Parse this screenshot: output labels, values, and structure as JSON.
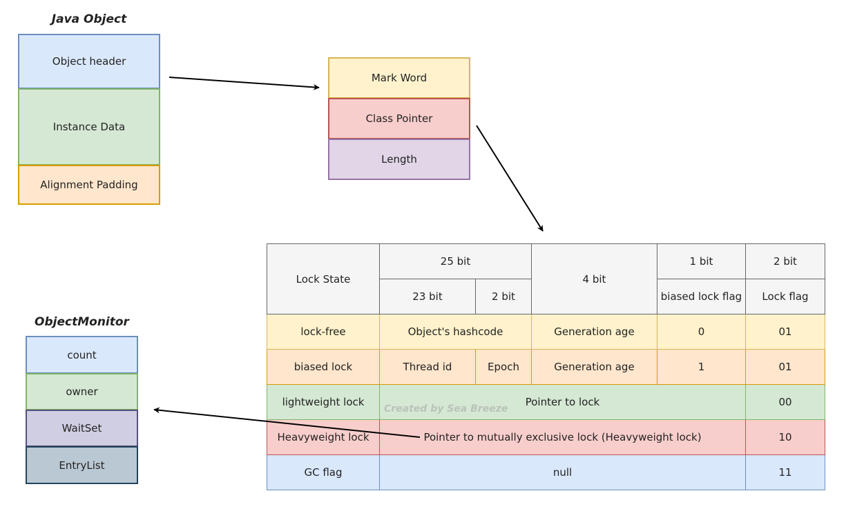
{
  "java_object": {
    "title": "Java Object",
    "parts": [
      "Object header",
      "Instance Data",
      "Alignment Padding"
    ]
  },
  "header": {
    "parts": [
      "Mark Word",
      "Class Pointer",
      "Length"
    ]
  },
  "monitor": {
    "title": "ObjectMonitor",
    "parts": [
      "count",
      "owner",
      "WaitSet",
      "EntryList"
    ]
  },
  "table": {
    "headers": {
      "lock_state": "Lock State",
      "bits25": "25 bit",
      "bits23": "23 bit",
      "bits2a": "2 bit",
      "bits4": "4 bit",
      "bits1": "1 bit",
      "bits2b": "2 bit",
      "biased_flag": "biased lock flag",
      "lock_flag": "Lock flag"
    },
    "rows": {
      "free": {
        "state": "lock-free",
        "hash": "Object's hashcode",
        "age": "Generation age",
        "biased": "0",
        "flag": "01"
      },
      "biased": {
        "state": "biased lock",
        "thread": "Thread id",
        "epoch": "Epoch",
        "age": "Generation age",
        "biased": "1",
        "flag": "01"
      },
      "light": {
        "state": "lightweight lock",
        "pointer": "Pointer to lock",
        "flag": "00"
      },
      "heavy": {
        "state": "Heavyweight lock",
        "pointer": "Pointer to mutually exclusive lock (Heavyweight lock)",
        "flag": "10"
      },
      "gc": {
        "state": "GC flag",
        "value": "null",
        "flag": "11"
      }
    }
  },
  "watermark": "Created by Sea Breeze"
}
